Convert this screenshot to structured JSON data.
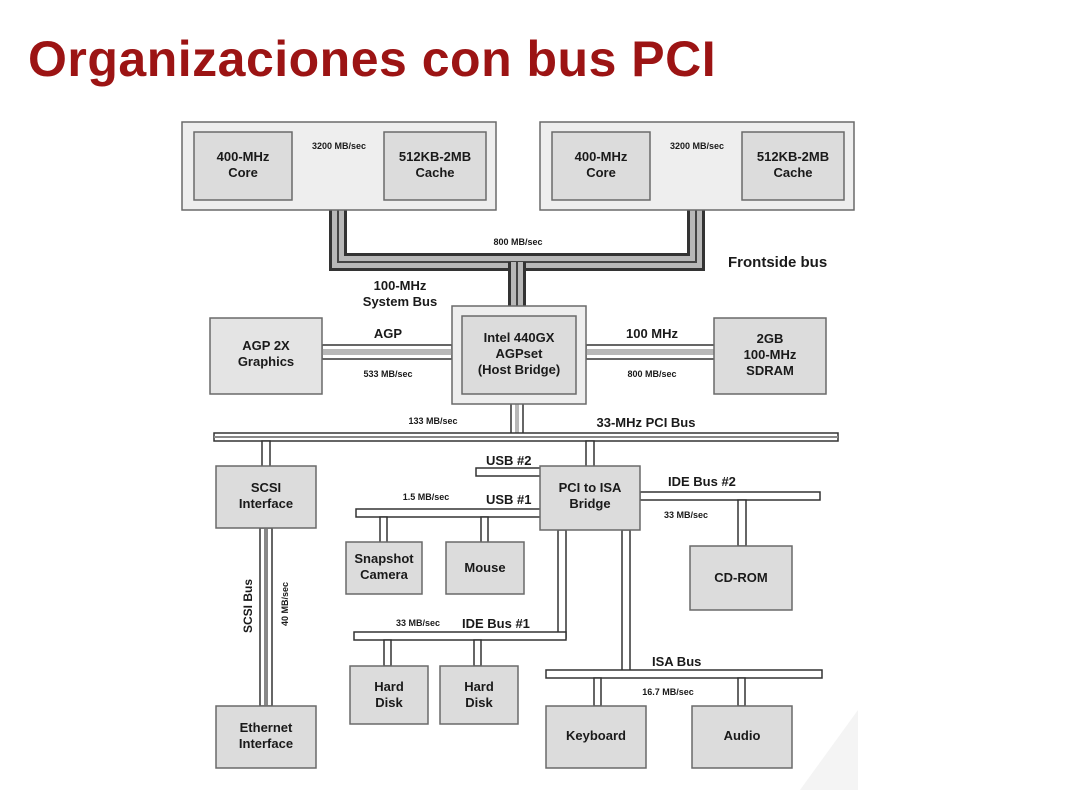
{
  "slide": {
    "title": "Organizaciones con bus PCI"
  },
  "colors": {
    "title": "#9c1414",
    "box_fill": "#dcdcdc",
    "bus_fill": "#b8b8b8",
    "bus_stroke": "#333333"
  },
  "diagram": {
    "cpu1": {
      "core": [
        "400-MHz",
        "Core"
      ],
      "cache": [
        "512KB-2MB",
        "Cache"
      ],
      "link": "3200 MB/sec"
    },
    "cpu2": {
      "core": [
        "400-MHz",
        "Core"
      ],
      "cache": [
        "512KB-2MB",
        "Cache"
      ],
      "link": "3200 MB/sec"
    },
    "frontside_rate": "800 MB/sec",
    "frontside_label": "Frontside bus",
    "system_bus": [
      "100-MHz",
      "System Bus"
    ],
    "host_bridge": [
      "Intel 440GX",
      "AGPset",
      "(Host Bridge)"
    ],
    "agp_graphics": [
      "AGP 2X",
      "Graphics"
    ],
    "agp_label": "AGP",
    "agp_rate": "533 MB/sec",
    "memory": [
      "2GB",
      "100-MHz",
      "SDRAM"
    ],
    "mem_label": "100 MHz",
    "mem_rate": "800 MB/sec",
    "pci_rate": "133 MB/sec",
    "pci_label": "33-MHz PCI Bus",
    "scsi_interface": [
      "SCSI",
      "Interface"
    ],
    "scsi_bus": "SCSI Bus",
    "scsi_rate": "40 MB/sec",
    "ethernet": [
      "Ethernet",
      "Interface"
    ],
    "usb2": "USB #2",
    "usb1": "USB #1",
    "usb_rate": "1.5 MB/sec",
    "isa_bridge": [
      "PCI to ISA",
      "Bridge"
    ],
    "ide2_label": "IDE Bus #2",
    "ide2_rate": "33 MB/sec",
    "cdrom": "CD-ROM",
    "snapshot": [
      "Snapshot",
      "Camera"
    ],
    "mouse": "Mouse",
    "ide1_label": "IDE Bus #1",
    "ide1_rate": "33 MB/sec",
    "hard_disk1": [
      "Hard",
      "Disk"
    ],
    "hard_disk2": [
      "Hard",
      "Disk"
    ],
    "isa_label": "ISA Bus",
    "isa_rate": "16.7 MB/sec",
    "keyboard": "Keyboard",
    "audio": "Audio"
  }
}
